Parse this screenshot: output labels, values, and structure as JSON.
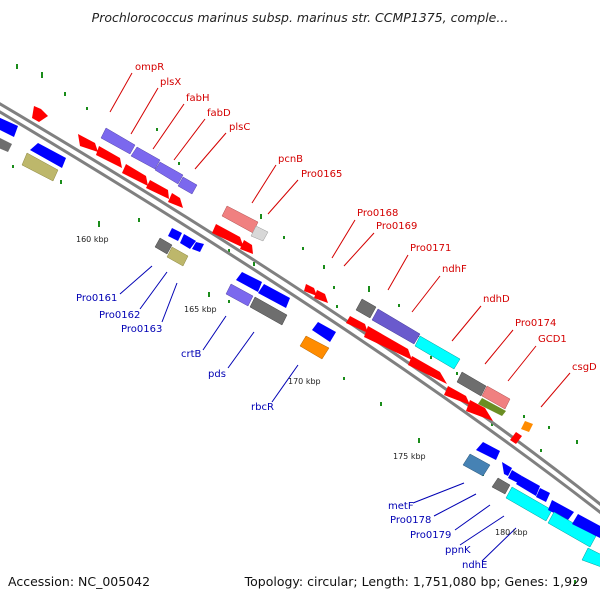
{
  "title": "Prochlorococcus marinus subsp. marinus str. CCMP1375, comple...",
  "footer": {
    "accession": "Accession: NC_005042",
    "summary": "Topology: circular; Length: 1,751,080 bp; Genes: 1,929"
  },
  "colors": {
    "forward_label": "#d40000",
    "reverse_label": "#0000b4",
    "backbone": "#808080",
    "gc_marks": "#1a8c1a",
    "cds_red": "#ff0000",
    "cds_blue": "#0000ff",
    "cds_purple": "#7b68ee",
    "cds_cyan": "#00ffff",
    "cds_gray": "#6e6e6e",
    "cds_olive": "#bdb76b",
    "cds_pink": "#f08080",
    "cds_orange": "#ff8c00",
    "cds_steel": "#4682b4",
    "cds_green": "#6b8e23"
  },
  "scale_labels": [
    "160 kbp",
    "165 kbp",
    "170 kbp",
    "175 kbp",
    "180 kbp"
  ],
  "forward_genes": [
    "ompR",
    "plsX",
    "fabH",
    "fabD",
    "plsC",
    "pcnB",
    "Pro0165",
    "Pro0168",
    "Pro0169",
    "Pro0171",
    "ndhF",
    "ndhD",
    "Pro0174",
    "GCD1",
    "csgD"
  ],
  "reverse_genes": [
    "Pro0161",
    "Pro0162",
    "Pro0163",
    "crtB",
    "pds",
    "rbcR",
    "metF",
    "Pro0178",
    "Pro0179",
    "ppnK",
    "ndhE"
  ]
}
